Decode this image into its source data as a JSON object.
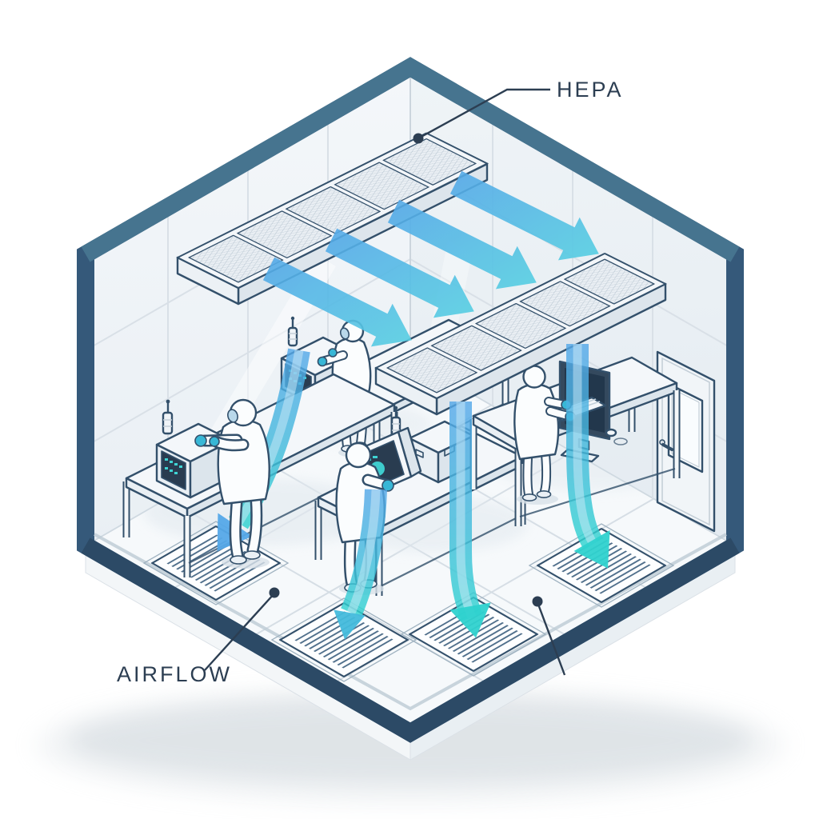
{
  "scene": {
    "description": "Isometric cleanroom laminar airflow diagram",
    "labels": {
      "hepa": "HEPA",
      "airflow": "AIRFLOW"
    },
    "counts": {
      "workers": 4,
      "hepa_filter_banks": 2,
      "filter_panels_per_bank": 5,
      "floor_vents": 4,
      "ceiling_airflow_arrows": 4,
      "downdraft_streams": 4,
      "workstations": 4,
      "doors": 1,
      "callout_dots": 3
    },
    "colors": {
      "label_navy": "#2c3e52",
      "outline_navy": "#33506b",
      "band_navy": "#35597a",
      "band_dark": "#2c4a66",
      "band_light": "#46748f",
      "wall": "#f1f5f8",
      "wall_shade": "#e7edf2",
      "seam": "#d9e0e7",
      "floor": "#f6f9fb",
      "floor_line": "#d6dee5",
      "suit_white": "#fbfdfe",
      "glove_teal": "#38b7d6",
      "visor_blue": "#b9d8ea",
      "screen_dark": "#293c50",
      "screen_glow": "#3fd4d4",
      "stream_blue": "#55a8e8",
      "stream_mid": "#43badc",
      "stream_teal": "#2fd2cf",
      "mesh_line": "#bcc9d4",
      "furniture_fill": "#f4f7fa",
      "shadow": "#ccd4da"
    }
  }
}
